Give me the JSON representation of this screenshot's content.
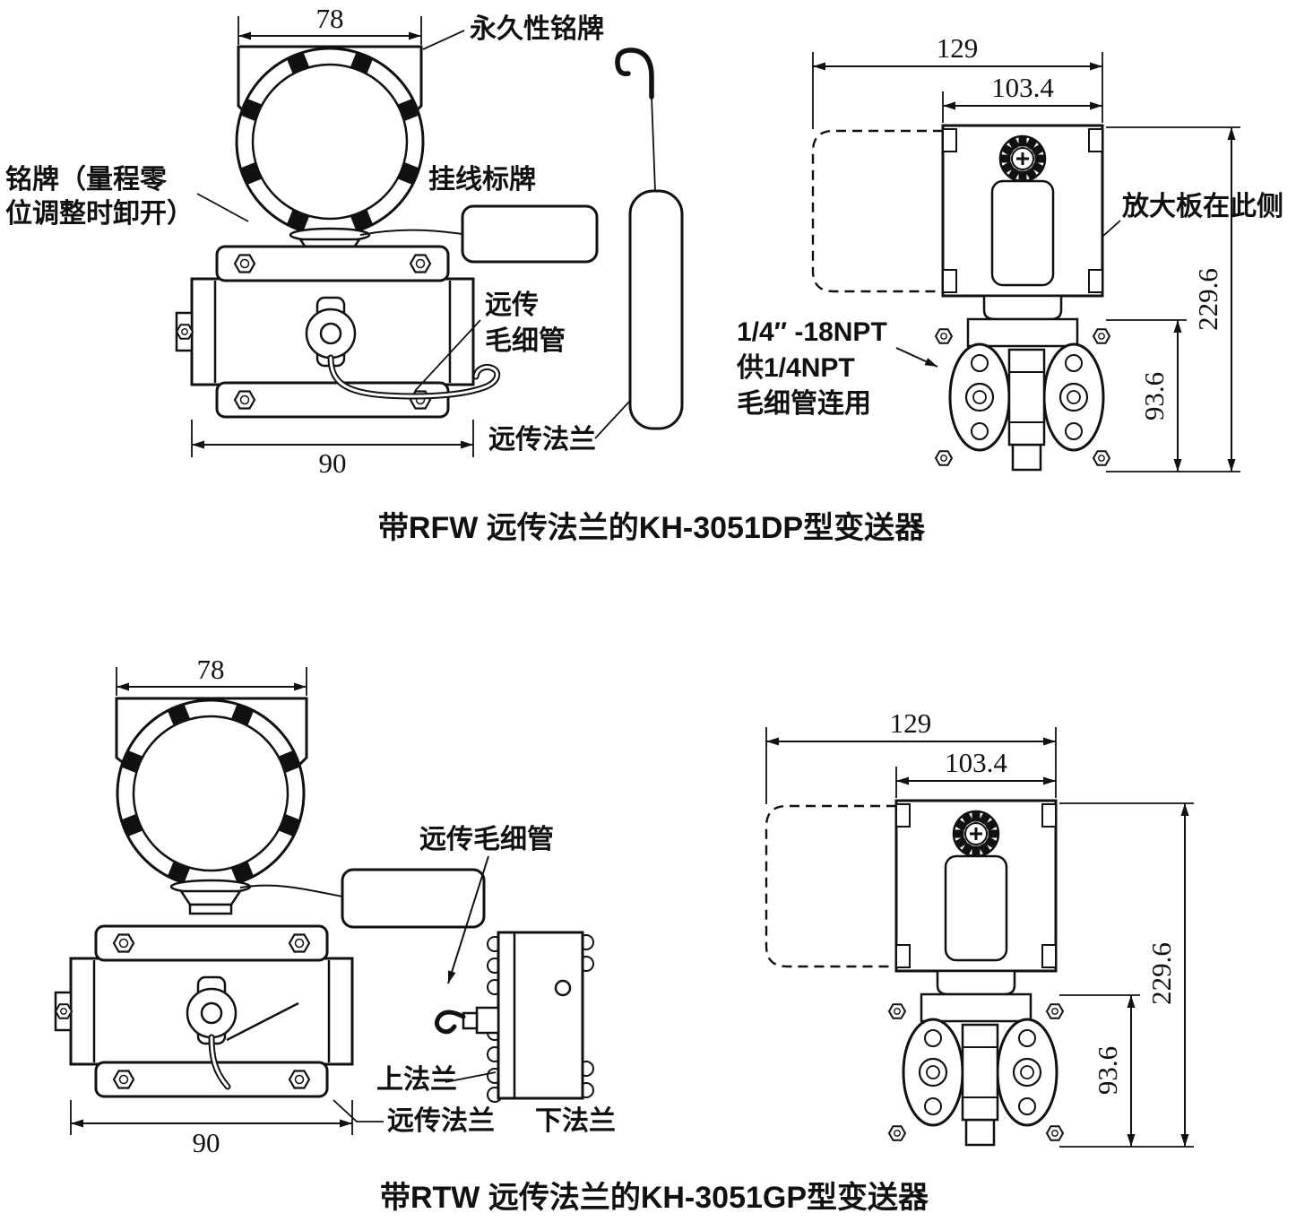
{
  "ink_color": "#111111",
  "background_color": "#ffffff",
  "fig1": {
    "caption": "带RFW  远传法兰的KH-3051DP型变送器",
    "front": {
      "dim_top": "78",
      "dim_bottom": "90",
      "permanent_nameplate": "永久性铭牌",
      "nameplate_note_line1": "铭牌（量程零",
      "nameplate_note_line2": "位调整时卸开）",
      "hanging_tag": "挂线标牌",
      "capillary_line1": "远传",
      "capillary_line2": "毛细管",
      "remote_flange": "远传法兰"
    },
    "side": {
      "dim_width_outer": "129",
      "dim_width_inner": "103.4",
      "dim_flange_height": "93.6",
      "dim_total_height": "229.6",
      "amplifier_board_side": "放大板在此侧",
      "npt_line1": "1/4″ -18NPT",
      "npt_line2": "供1/4NPT",
      "npt_line3": "毛细管连用"
    }
  },
  "fig2": {
    "caption": "带RTW  远传法兰的KH-3051GP型变送器",
    "front": {
      "dim_top": "78",
      "dim_bottom": "90",
      "capillary": "远传毛细管",
      "upper_flange": "上法兰",
      "remote_flange": "远传法兰",
      "lower_flange": "下法兰"
    },
    "side": {
      "dim_width_outer": "129",
      "dim_width_inner": "103.4",
      "dim_flange_height": "93.6",
      "dim_total_height": "229.6"
    }
  }
}
